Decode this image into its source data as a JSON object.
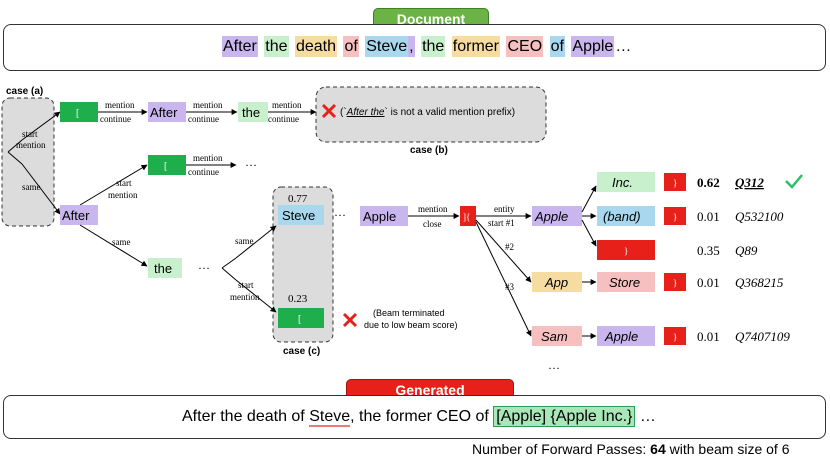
{
  "header": {
    "document_label": "Document",
    "generated_label": "Generated"
  },
  "document": {
    "tokens": [
      {
        "text": "After",
        "color": "#c9b6ee"
      },
      {
        "text": " ",
        "color": ""
      },
      {
        "text": "the",
        "color": "#c8f0cc"
      },
      {
        "text": " ",
        "color": ""
      },
      {
        "text": "death",
        "color": "#f6dca0"
      },
      {
        "text": " ",
        "color": ""
      },
      {
        "text": "of",
        "color": "#f6c0c0"
      },
      {
        "text": " ",
        "color": ""
      },
      {
        "text": "Steve",
        "color": "#a9d8ee"
      },
      {
        "text": ",",
        "color": "#c9b6ee"
      },
      {
        "text": " ",
        "color": ""
      },
      {
        "text": "the",
        "color": "#c8f0cc"
      },
      {
        "text": " ",
        "color": ""
      },
      {
        "text": "former",
        "color": "#f6dca0"
      },
      {
        "text": " ",
        "color": ""
      },
      {
        "text": "CEO",
        "color": "#f6c0c0"
      },
      {
        "text": " ",
        "color": ""
      },
      {
        "text": "of",
        "color": "#a9d8ee"
      },
      {
        "text": " ",
        "color": ""
      },
      {
        "text": "Apple",
        "color": "#c9b6ee"
      },
      {
        "text": "…",
        "color": ""
      }
    ]
  },
  "diagram": {
    "case_a": "case (a)",
    "case_b": "case (b)",
    "case_c": "case (c)",
    "start_mention": "start mention",
    "start": "start",
    "mention": "mention",
    "same": "same",
    "continue": "continue",
    "close": "close",
    "entity": "entity",
    "start_1": "start #1",
    "hash2": "#2",
    "hash3": "#3",
    "bracket_open": "[",
    "bracket_close": "}",
    "bracket_mid": "]{",
    "after": "After",
    "the": "the",
    "steve": "Steve",
    "apple": "Apple",
    "ellipsis": "…",
    "dots": "···",
    "invalid_prefix_pre": "(`",
    "invalid_prefix_em": "After the",
    "invalid_prefix_post": "` is not a valid mention prefix)",
    "beam_note_1": "(Beam terminated",
    "beam_note_2": "due to low beam score)",
    "score_077": "0.77",
    "score_023": "0.23",
    "cand": [
      {
        "a": "Apple",
        "b": "Inc.",
        "score": "0.62",
        "qid": "Q312"
      },
      {
        "a": "",
        "b": "(band)",
        "score": "0.01",
        "qid": "Q532100"
      },
      {
        "a": "",
        "b": "",
        "score": "0.35",
        "qid": "Q89"
      },
      {
        "a": "App",
        "b": "Store",
        "score": "0.01",
        "qid": "Q368215"
      },
      {
        "a": "Sam",
        "b": "Apple",
        "score": "0.01",
        "qid": "Q7407109"
      }
    ]
  },
  "generated": {
    "before": "After the death of ",
    "steve": "Steve",
    "middle": ", the former CEO of ",
    "link": "[Apple] {Apple Inc.}",
    "after": " …"
  },
  "footer": {
    "prefix": "Number of Forward Passes: ",
    "count": "64",
    "suffix": " with beam size of 6"
  },
  "colors": {
    "green": "#6ab344",
    "red": "#e8201a",
    "purple": "#c9b6ee",
    "lightgreen": "#c8f0cc",
    "blue": "#a9d8ee",
    "orange": "#f6dca0",
    "pink": "#f6c0c0",
    "grey": "#e0e0e0",
    "check": "#2bbf6a"
  }
}
